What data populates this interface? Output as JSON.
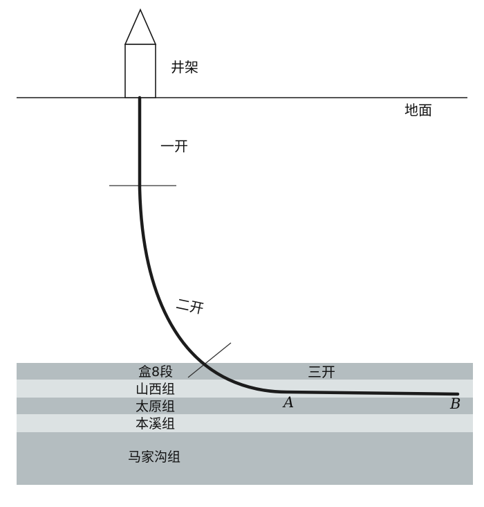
{
  "colors": {
    "background": "#ffffff",
    "stroke": "#1a1a1a",
    "layer_dark": "#b4bdc0",
    "layer_light": "#dce2e3",
    "well_path": "#1c1c1c"
  },
  "labels": {
    "derrick": "井架",
    "ground": "地面",
    "section_1": "一开",
    "section_2": "二开",
    "section_3": "三开",
    "point_a": "A",
    "point_b": "B"
  },
  "formations": [
    {
      "name": "盒8段",
      "shade": "dark"
    },
    {
      "name": "山西组",
      "shade": "light"
    },
    {
      "name": "太原组",
      "shade": "dark"
    },
    {
      "name": "本溪组",
      "shade": "light"
    },
    {
      "name": "马家沟组",
      "shade": "dark"
    }
  ]
}
